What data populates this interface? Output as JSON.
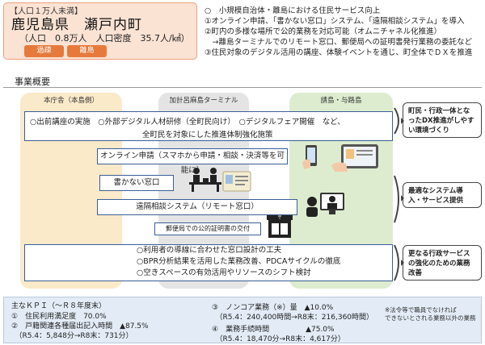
{
  "header": {
    "category": "【人口１万人未満】",
    "title": "鹿児島県　瀬戸内町",
    "population": "（人口　0.8万人　人口密度　35.7人/㎢）",
    "tags": [
      "過疎",
      "離島"
    ]
  },
  "summary": [
    "○　小規模自治体・離島における住民サービス向上",
    "①オンライン申請、「書かない窓口」システム、「遠隔相談システム」を導入",
    "②町内の多様な場所で公的業務を対応可能（オムニチャネル化推進）",
    "　→離島ターミナルでのリモート窓口、郵便局への証明書発行業務の委託など",
    "③住民対象のデジタル活用の講座、体験イベントを通じ、町全体でＤＸを推進"
  ],
  "section_title": "事業概要",
  "columns": [
    "本庁舎（本島側）",
    "加計呂麻島ターミナル",
    "請島・与路島"
  ],
  "rows": {
    "row1_line1": "○出前講座の実施　○外部デジタル人材研修（全町民向け）　○デジタルフェア開催　など、",
    "row1_line2": "全町民を対象にした推進体制強化施策",
    "online": "オンライン申請（スマホから申請・相談・決済等を可能に）",
    "kakanai": "書かない窓口",
    "enkaku": "遠隔相談システム（リモート窓口）",
    "terminal": "郵便局での公的証明書の交付",
    "row5": [
      "○利用者の導線に合わせた窓口設計の工夫",
      "○BPR分析結果を活用した業務改善、PDCAサイクルの徹底",
      "○空きスペースの有効活用やリソースのシフト検討"
    ]
  },
  "right_boxes": [
    "町民・行政一体となったDX推進がしやすい環境づくり",
    "最適なシステム導入・サービス提供",
    "更なる行政サービスの強化のための業務改善"
  ],
  "kpi": {
    "title": "主なＫＰＩ（～Ｒ８年度末）",
    "items": [
      "①　住民利用満足度　70.0%",
      "②　戸籍関連各種届出記入時間　▲87.5%",
      "　（R5.4：5,848分→R8末：731分）",
      "③　ノンコア業務（※）量　▲10.0%",
      "　（R5.4：240,400時間→R8末：216,360時間）",
      "④　業務手続時間　　　　　▲75.0%",
      "　（R5.4：18,470分→R8末：4,617分）"
    ],
    "note": [
      "※法令等で職員でなければ",
      "できないとされる業務以外の業務"
    ]
  },
  "colors": {
    "header_bg": "#fbe3d4",
    "tag": "#e67a3c",
    "col1": "#fbeac9",
    "col2": "#e4e4e4",
    "col3": "#ddeccf",
    "row_border": "#3a5e96",
    "kpi_bg": "#e3ecf6"
  },
  "icons": [
    "smartphone-icon",
    "tablet-icon",
    "service-counter-icon",
    "form-icon",
    "video-call-icon",
    "post-office-icon",
    "arrow-icon"
  ]
}
